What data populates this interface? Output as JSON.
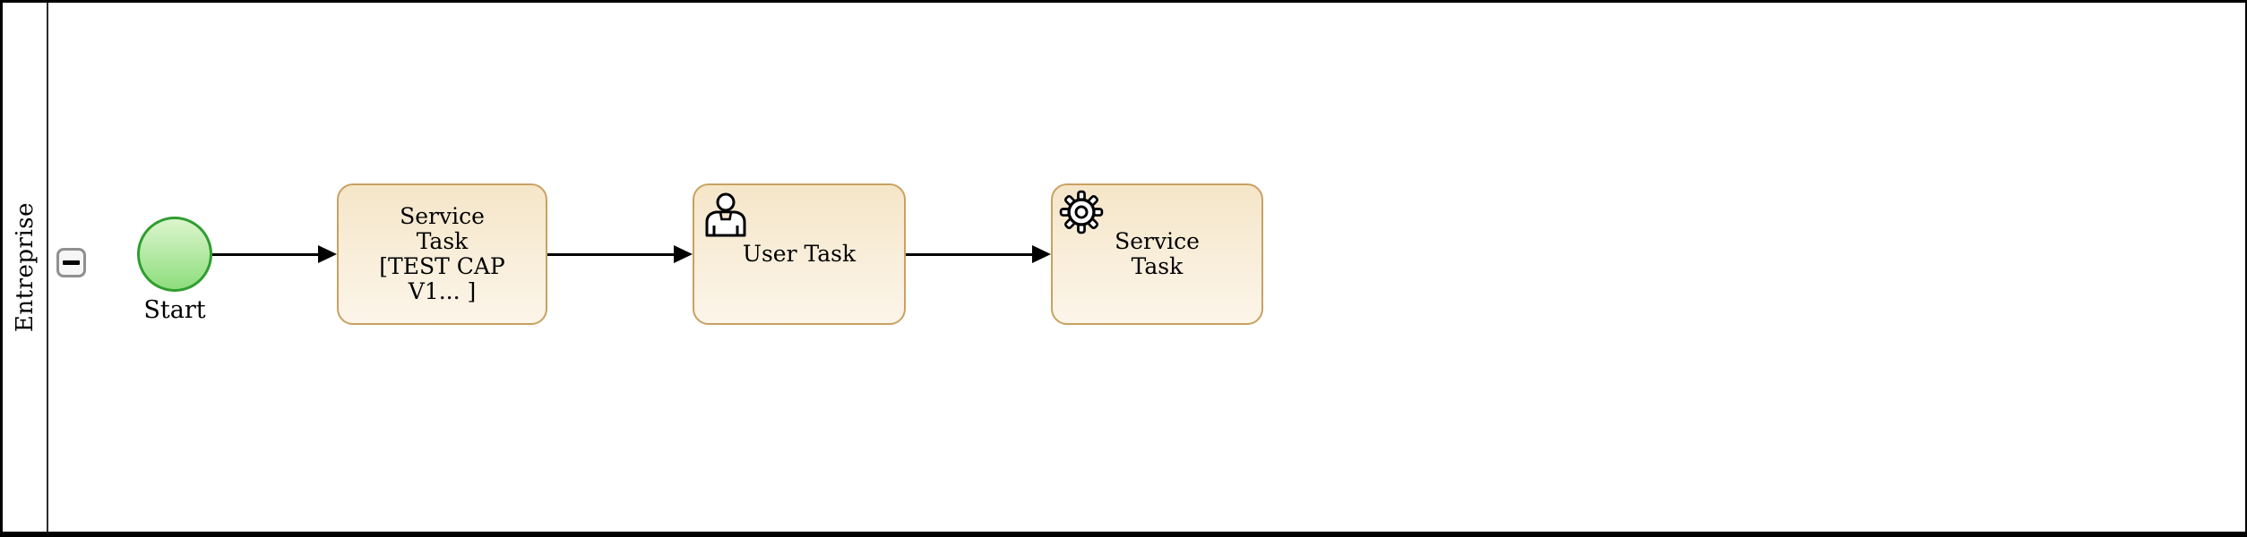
{
  "pool": {
    "name": "Entreprise",
    "collapse_icon": "minus-icon"
  },
  "diagram": {
    "start_event": {
      "label": "Start"
    },
    "tasks": [
      {
        "type": "service-task",
        "lines": [
          "Service",
          "Task",
          "[TEST CAP",
          "V1... ]"
        ]
      },
      {
        "type": "user-task",
        "label": "User Task",
        "icon": "user-icon"
      },
      {
        "type": "service-task",
        "lines": [
          "Service",
          "Task"
        ],
        "icon": "gear-icon"
      }
    ],
    "flows": [
      "start-to-task1",
      "task1-to-task2",
      "task2-to-task3"
    ]
  },
  "colors": {
    "text": "#000000",
    "lane_divider": "#2c2c2c",
    "button_border": "#8f8f8f",
    "button_fill": "#f6f6f6",
    "start_stroke": "#2f9e2f",
    "start_fill_top": "#dcf5cd",
    "start_fill_bottom": "#8edd7d",
    "task_stroke": "#c9a161",
    "task_fill_top": "#f5e6c9",
    "task_fill_bottom": "#fcf5e9"
  }
}
